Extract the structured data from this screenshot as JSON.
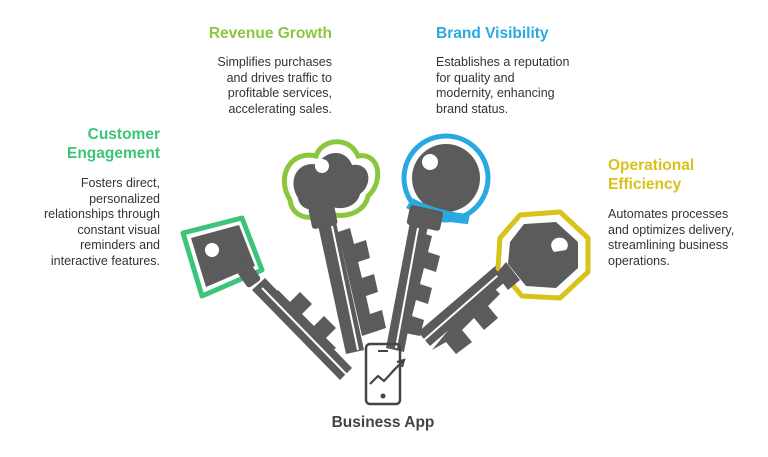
{
  "colors": {
    "green": "#3cc47a",
    "lime": "#8cc63f",
    "blue": "#29a9e0",
    "yellow": "#d9c21a",
    "key_body": "#5b5b5b",
    "center_text": "#444444"
  },
  "items": [
    {
      "title_line1": "Customer",
      "title_line2": "Engagement",
      "desc_lines": [
        "Fosters direct,",
        "personalized",
        "relationships through",
        "constant visual",
        "reminders and",
        "interactive features."
      ],
      "color": "#3cc47a"
    },
    {
      "title": "Revenue Growth",
      "desc_lines": [
        "Simplifies purchases",
        "and drives traffic to",
        "profitable services,",
        "accelerating sales."
      ],
      "color": "#8cc63f"
    },
    {
      "title": "Brand Visibility",
      "desc_lines": [
        "Establishes a reputation",
        "for quality and",
        "modernity, enhancing",
        "brand status."
      ],
      "color": "#29a9e0"
    },
    {
      "title_line1": "Operational",
      "title_line2": "Efficiency",
      "desc_lines": [
        "Automates processes",
        "and optimizes delivery,",
        "streamlining business",
        "operations."
      ],
      "color": "#d9c21a"
    }
  ],
  "center": {
    "label": "Business App",
    "icon": "smartphone-growth-icon"
  }
}
